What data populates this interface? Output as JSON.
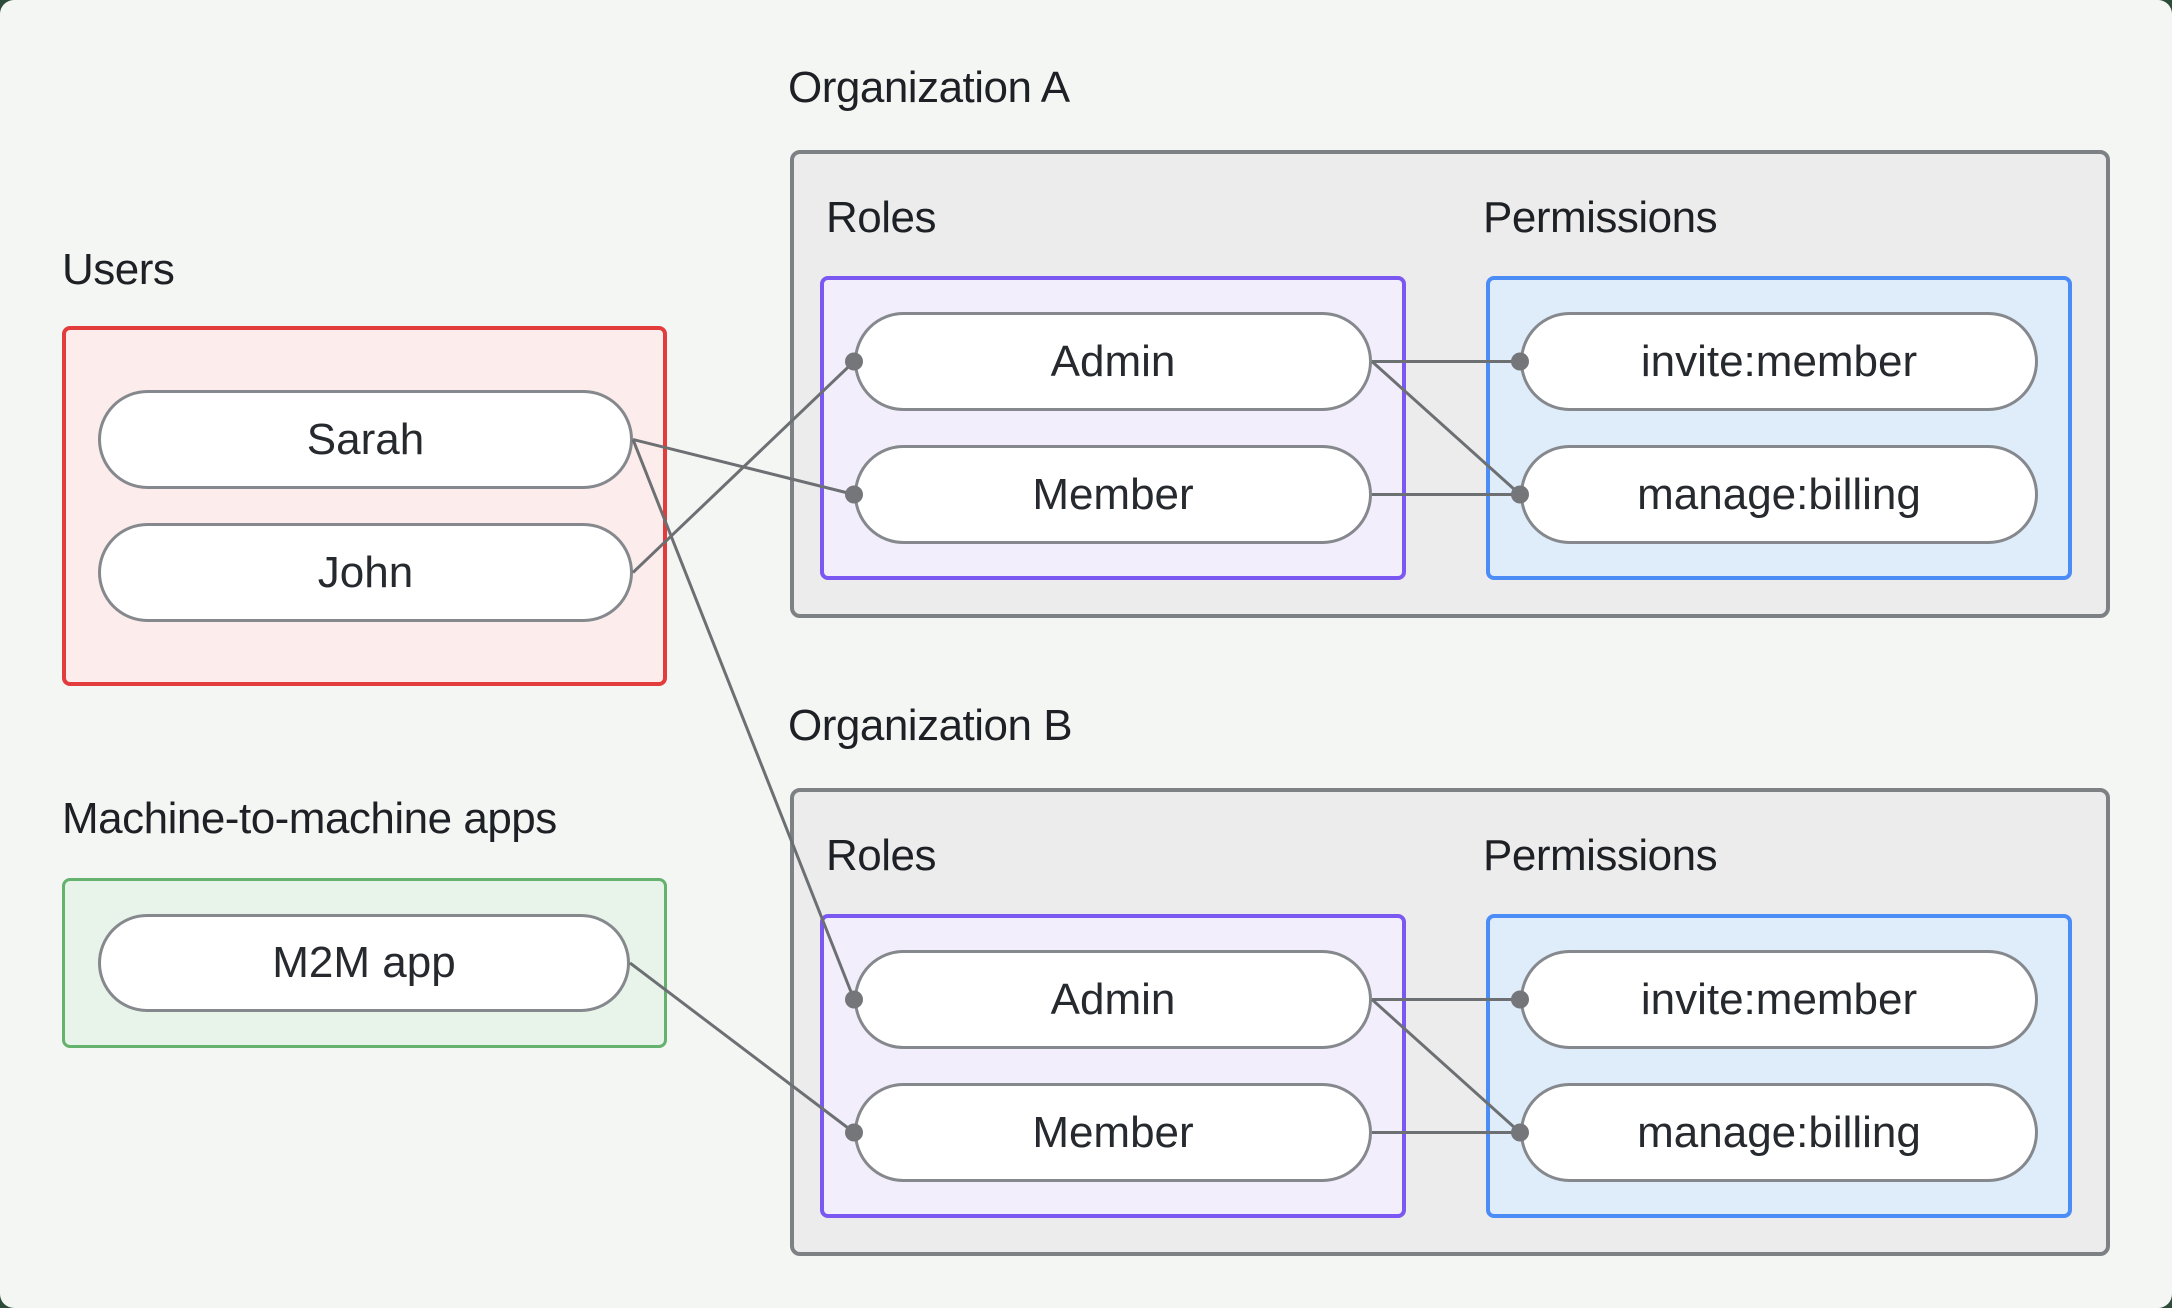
{
  "colors": {
    "page_background": "#2c4b39",
    "canvas_background": "#f4f6f4",
    "users_border": "#e23c3c",
    "users_fill": "#fcecec",
    "m2m_border": "#65b26e",
    "m2m_fill": "#e8f4e9",
    "org_border": "#7d8184",
    "org_fill": "#ececed",
    "roles_border": "#7b58f1",
    "roles_fill": "#f3eefc",
    "permissions_border": "#4b8cf7",
    "permissions_fill": "#dfecfa",
    "pill_border": "#85888c",
    "connector": "#6d7073",
    "text": "#1d2024"
  },
  "users_group": {
    "label": "Users",
    "items": [
      "Sarah",
      "John"
    ]
  },
  "m2m_group": {
    "label": "Machine-to-machine apps",
    "items": [
      "M2M app"
    ]
  },
  "organizations": [
    {
      "title": "Organization A",
      "roles_label": "Roles",
      "permissions_label": "Permissions",
      "roles": [
        "Admin",
        "Member"
      ],
      "permissions": [
        "invite:member",
        "manage:billing"
      ]
    },
    {
      "title": "Organization B",
      "roles_label": "Roles",
      "permissions_label": "Permissions",
      "roles": [
        "Admin",
        "Member"
      ],
      "permissions": [
        "invite:member",
        "manage:billing"
      ]
    }
  ],
  "edges": [
    {
      "from": "Sarah",
      "to": "Organization A / Member"
    },
    {
      "from": "John",
      "to": "Organization A / Admin"
    },
    {
      "from": "Sarah",
      "to": "Organization B / Admin"
    },
    {
      "from": "M2M app",
      "to": "Organization B / Member"
    },
    {
      "from": "Organization A / Admin",
      "to": "Organization A / invite:member"
    },
    {
      "from": "Organization A / Admin",
      "to": "Organization A / manage:billing"
    },
    {
      "from": "Organization A / Member",
      "to": "Organization A / manage:billing"
    },
    {
      "from": "Organization B / Admin",
      "to": "Organization B / invite:member"
    },
    {
      "from": "Organization B / Admin",
      "to": "Organization B / manage:billing"
    },
    {
      "from": "Organization B / Member",
      "to": "Organization B / manage:billing"
    }
  ]
}
